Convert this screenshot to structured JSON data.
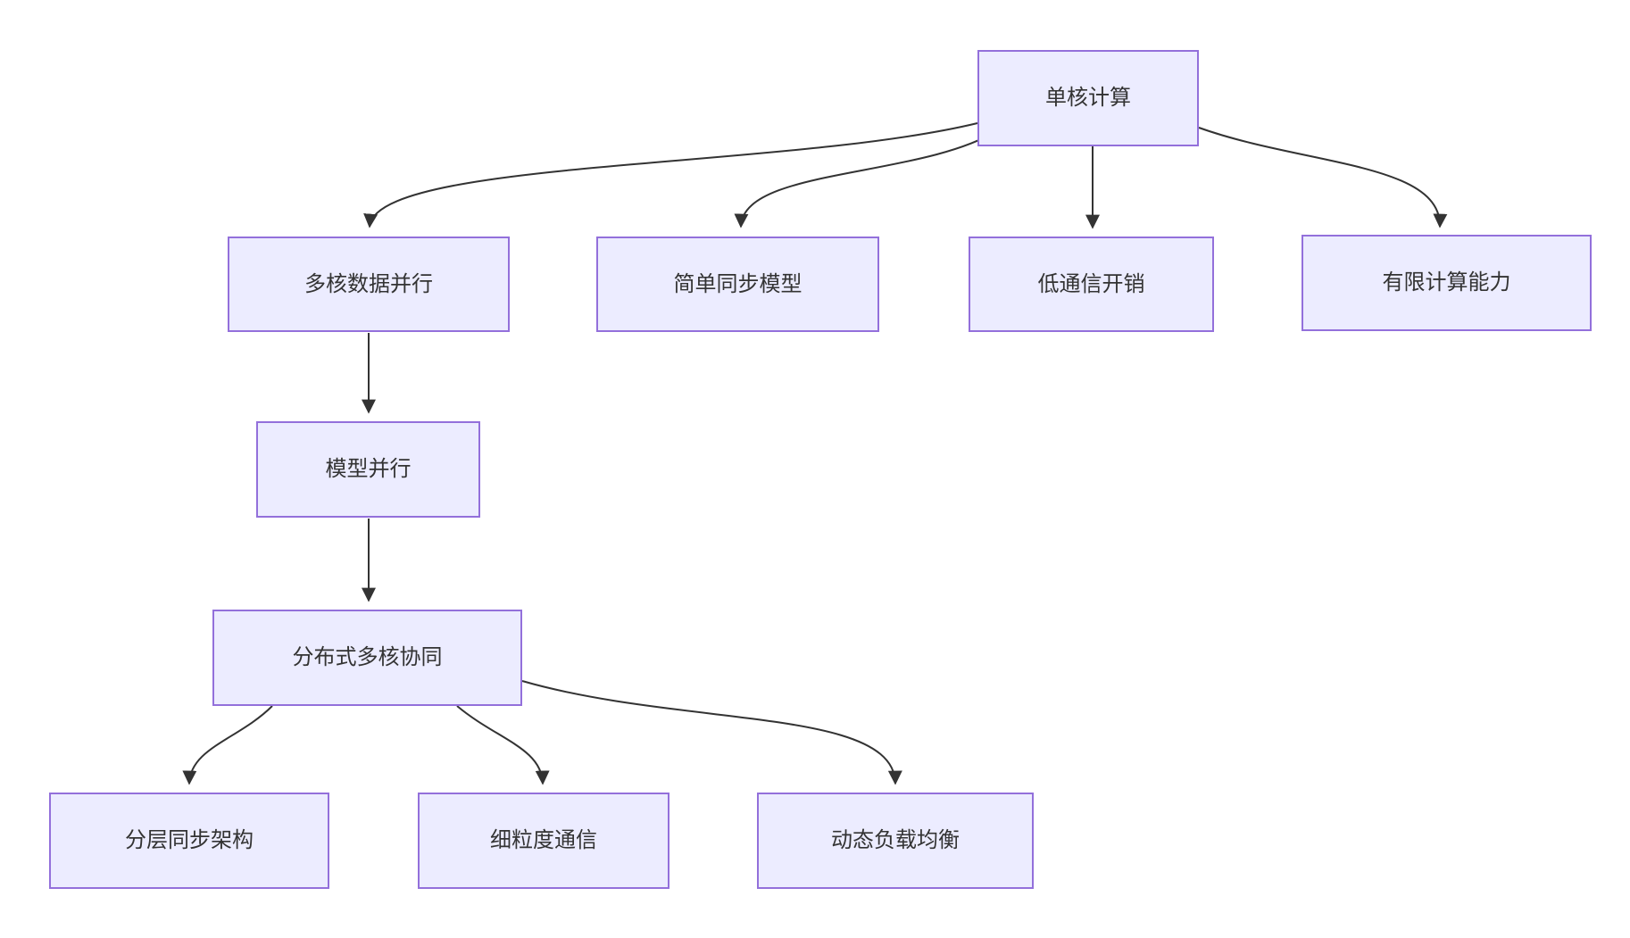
{
  "diagram": {
    "type": "flowchart-top-down",
    "colors": {
      "background": "#ffffff",
      "node_fill": "#ECECFF",
      "node_border": "#9370DB",
      "edge_stroke": "#333333",
      "text": "#333333"
    },
    "nodes": [
      {
        "id": "A",
        "label": "单核计算"
      },
      {
        "id": "B",
        "label": "多核数据并行"
      },
      {
        "id": "C",
        "label": "简单同步模型"
      },
      {
        "id": "D",
        "label": "低通信开销"
      },
      {
        "id": "E",
        "label": "有限计算能力"
      },
      {
        "id": "F",
        "label": "模型并行"
      },
      {
        "id": "G",
        "label": "分布式多核协同"
      },
      {
        "id": "H",
        "label": "分层同步架构"
      },
      {
        "id": "I",
        "label": "细粒度通信"
      },
      {
        "id": "J",
        "label": "动态负载均衡"
      }
    ],
    "edges": [
      {
        "from": "单核计算",
        "to": "多核数据并行"
      },
      {
        "from": "单核计算",
        "to": "简单同步模型"
      },
      {
        "from": "单核计算",
        "to": "低通信开销"
      },
      {
        "from": "单核计算",
        "to": "有限计算能力"
      },
      {
        "from": "多核数据并行",
        "to": "模型并行"
      },
      {
        "from": "模型并行",
        "to": "分布式多核协同"
      },
      {
        "from": "分布式多核协同",
        "to": "分层同步架构"
      },
      {
        "from": "分布式多核协同",
        "to": "细粒度通信"
      },
      {
        "from": "分布式多核协同",
        "to": "动态负载均衡"
      }
    ]
  }
}
